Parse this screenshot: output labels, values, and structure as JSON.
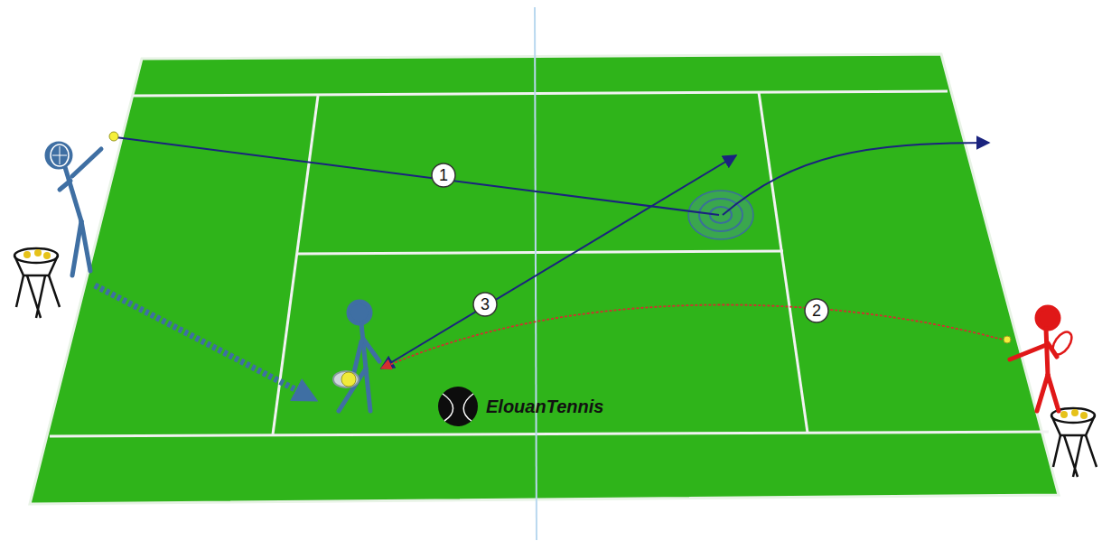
{
  "diagram": {
    "labels": [
      "1",
      "3",
      "2",
      "ElouanTennis"
    ]
  }
}
